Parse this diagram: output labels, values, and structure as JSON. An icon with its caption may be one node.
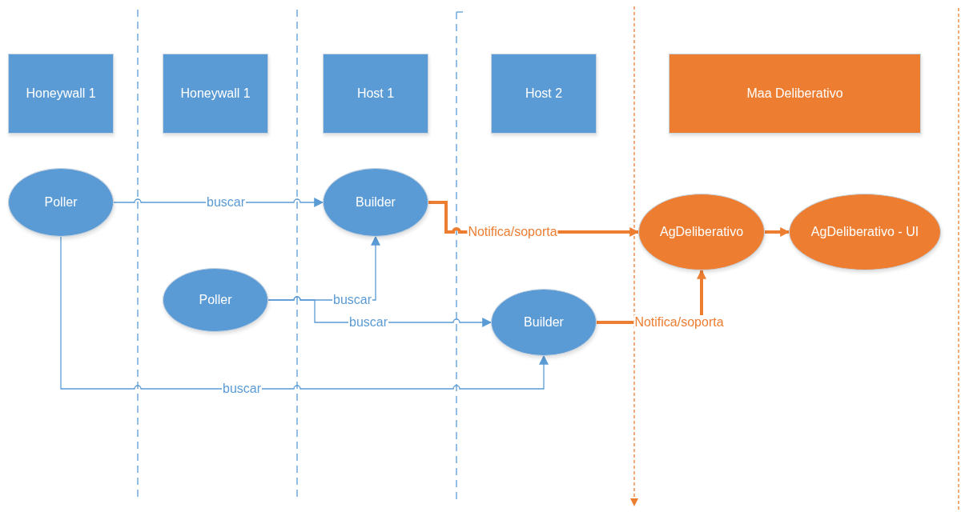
{
  "diagram": {
    "nodes": [
      {
        "text": [
          "Honeywall 1"
        ]
      },
      {
        "text": [
          "Honeywall 1"
        ]
      },
      {
        "text": [
          "Host 1"
        ]
      },
      {
        "text": [
          "Host 2"
        ]
      },
      {
        "text": [
          "Maa Deliberativo"
        ]
      },
      {
        "text": [
          "Poller"
        ]
      },
      {
        "text": [
          "Builder"
        ]
      },
      {
        "text": [
          "AgDeliberativo"
        ]
      },
      {
        "text": [
          "AgDeliberativo - UI"
        ]
      },
      {
        "text": [
          "Poller"
        ]
      },
      {
        "text": [
          "Builder"
        ]
      }
    ],
    "edges": [
      {
        "from": 5,
        "to": 6,
        "arrow": "to",
        "label": "buscar"
      },
      {
        "from": 9,
        "to": 6,
        "arrow": "to",
        "label": "buscar"
      },
      {
        "from": 9,
        "to": 10,
        "arrow": "to",
        "label": "buscar"
      },
      {
        "from": 5,
        "to": 10,
        "arrow": "to",
        "label": "buscar"
      },
      {
        "from": 6,
        "to": 7,
        "arrow": "to",
        "label": "Notifica/soporta",
        "style": "thick",
        "color": "#ed7d31"
      },
      {
        "from": 10,
        "to": 7,
        "arrow": "to",
        "label": "Notifica/soporta",
        "style": "thick",
        "color": "#ed7d31"
      },
      {
        "from": 7,
        "to": 8,
        "arrow": "to",
        "style": "thick",
        "color": "#ed7d31"
      }
    ]
  }
}
